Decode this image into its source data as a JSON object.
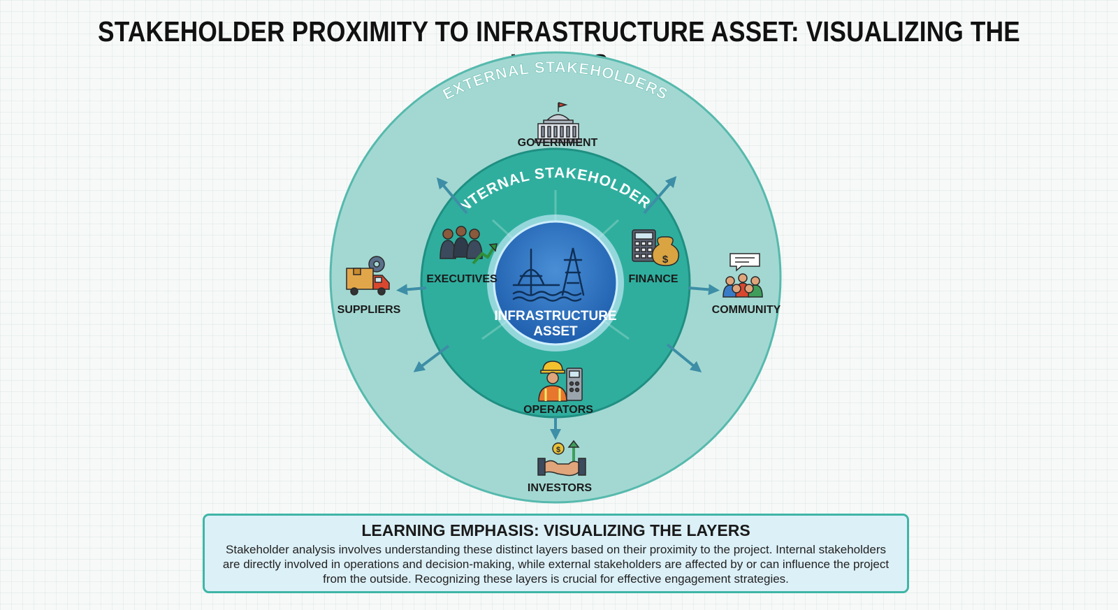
{
  "title": "STAKEHOLDER PROXIMITY TO INFRASTRUCTURE ASSET: VISUALIZING THE LAYERS",
  "diagram": {
    "outer_ring_label": "EXTERNAL STAKEHOLDERS",
    "inner_ring_label": "INTERNAL STAKEHOLDERS",
    "center_label_line1": "INFRASTRUCTURE",
    "center_label_line2": "ASSET",
    "internal": {
      "executives": "EXECUTIVES",
      "finance": "FINANCE",
      "operators": "OPERATORS"
    },
    "external": {
      "government": "GOVERNMENT",
      "suppliers": "SUPPLIERS",
      "community": "COMMUNITY",
      "investors": "INVESTORS"
    },
    "icons": {
      "executives": "executives-growth-icon",
      "finance": "calculator-money-bag-icon",
      "operators": "worker-control-panel-icon",
      "government": "capitol-building-icon",
      "suppliers": "delivery-truck-gear-icon",
      "community": "people-speech-bubble-icon",
      "investors": "handshake-dollar-icon",
      "center": "bridge-power-tower-icon"
    },
    "colors": {
      "outer_ring": "#a3d8d2",
      "inner_ring": "#2fae9e",
      "center": "#2a73c2",
      "arrows": "#3d8ea6"
    }
  },
  "emphasis": {
    "title": "LEARNING EMPHASIS: VISUALIZING THE LAYERS",
    "body": "Stakeholder analysis involves understanding these distinct layers based on their proximity to the project. Internal stakeholders are directly involved in operations and decision-making, while external stakeholders are affected by or can influence the project from the outside. Recognizing these layers is crucial for effective engagement strategies."
  }
}
